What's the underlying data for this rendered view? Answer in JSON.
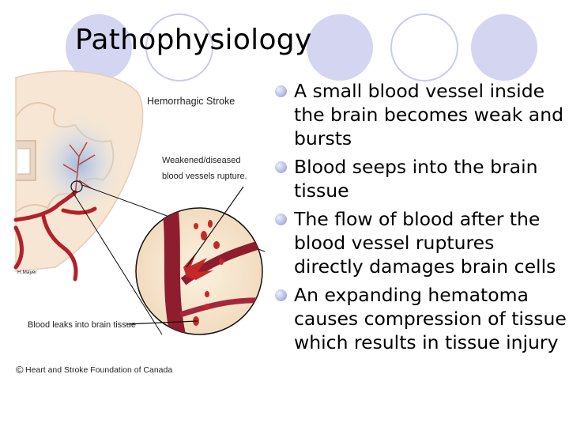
{
  "slide": {
    "title": "Pathophysiology"
  },
  "figure": {
    "label_top": "Hemorrhagic Stroke",
    "label_weakened_1": "Weakened/diseased",
    "label_weakened_2": "blood vessels rupture.",
    "label_leaks": "Blood leaks into brain tissue",
    "credit_artist": "H.Mayer",
    "copyright": "Heart and Stroke Foundation of Canada",
    "copyright_symbol": "©"
  },
  "bullets": [
    {
      "text": "A small blood vessel inside the brain becomes weak and bursts"
    },
    {
      "text": "Blood seeps into the brain tissue"
    },
    {
      "text": "The flow of blood after the blood vessel ruptures directly damages brain cells"
    },
    {
      "text": "An expanding hematoma causes compression of tissue which results in tissue injury"
    }
  ],
  "colors": {
    "circle_fill": "#cfd1f0",
    "circle_stroke": "#c6c8ec",
    "blood": "#b3202a",
    "vessel": "#8e1d2e",
    "bullet": "#b9bde8"
  }
}
